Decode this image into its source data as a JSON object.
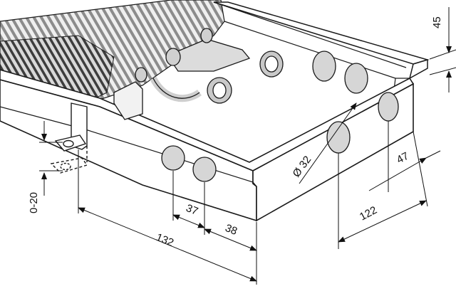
{
  "diagram": {
    "dimensions": {
      "height": "45",
      "depth_offset": "47",
      "hole_diameter": "Ø 32",
      "width_offset": "122",
      "hole_offset_1": "37",
      "hole_offset_2": "38",
      "length_offset": "132",
      "adjustment_range": "0-20"
    },
    "colors": {
      "line": "#1a1a1a",
      "body": "#ffffff",
      "grille_light": "#e6e6e6",
      "grille_dark": "#5a5a5a",
      "hole_fill": "#d4d4d4",
      "fitting": "#cfcfcf"
    }
  }
}
